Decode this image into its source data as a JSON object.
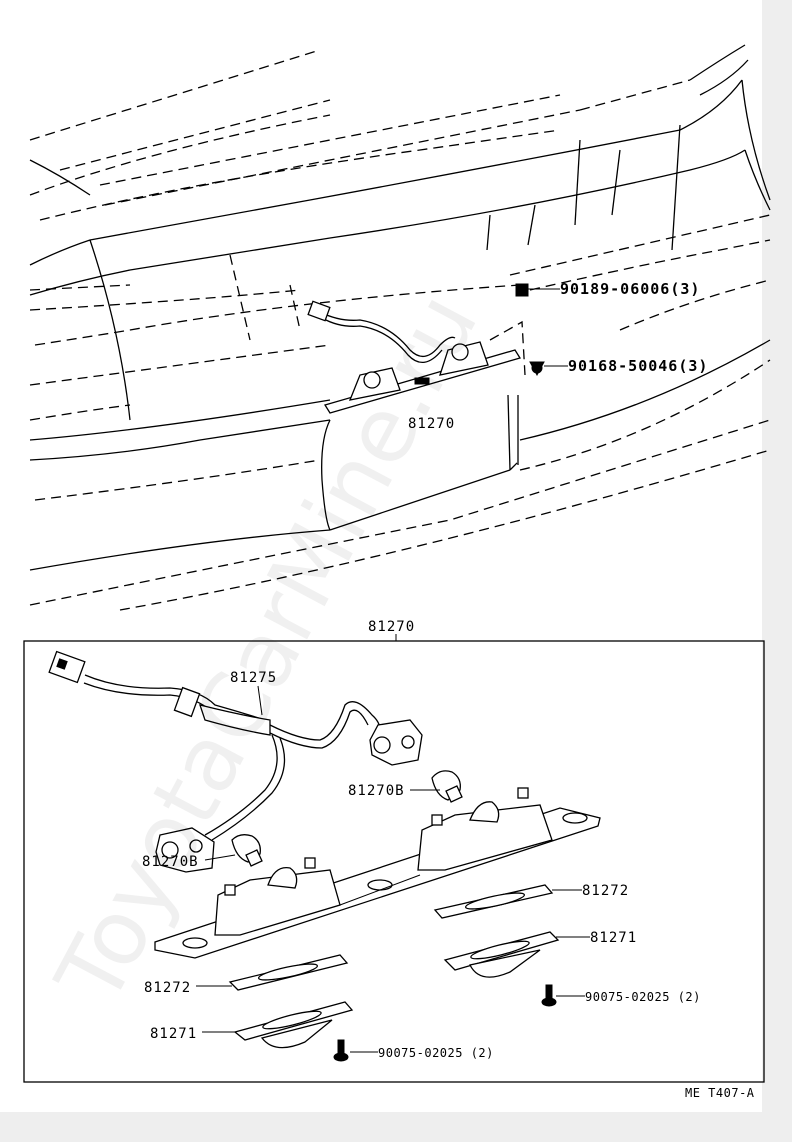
{
  "diagram": {
    "upper_labels": {
      "nut": "90189-06006(3)",
      "screw": "90168-50046(3)",
      "assembly": "81270"
    },
    "lower_labels": {
      "assembly": "81270",
      "wire": "81275",
      "bulb_right": "81270B",
      "bulb_left": "81270B",
      "gasket_right": "81272",
      "lens_right": "81271",
      "gasket_left": "81272",
      "lens_left": "81271",
      "screw_right": "90075-02025 (2)",
      "screw_left": "90075-02025 (2)"
    },
    "code": "ME T407-A",
    "watermark": "ToyotaCarMine.ru"
  }
}
